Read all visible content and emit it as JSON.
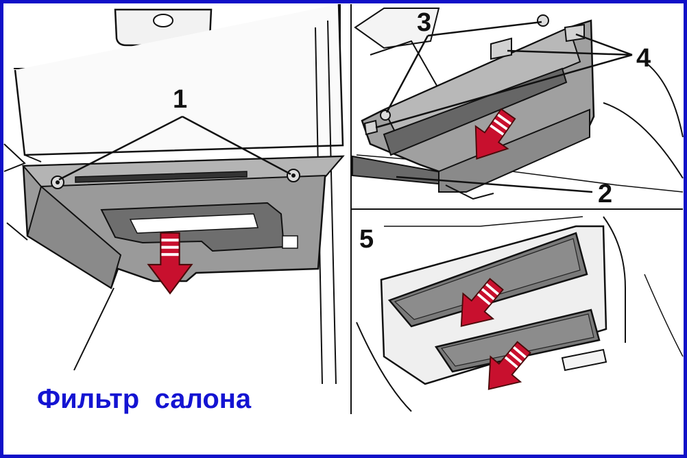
{
  "caption": "Фильтр  салона",
  "callouts": [
    "1",
    "2",
    "3",
    "4",
    "5"
  ],
  "colors": {
    "frame": "#1010c8",
    "caption": "#1414d2",
    "arrow": "#c8102e",
    "housing": "#8f8f8f",
    "filter": "#7a7a7a"
  },
  "icons": [
    "down-arrow-icon"
  ]
}
